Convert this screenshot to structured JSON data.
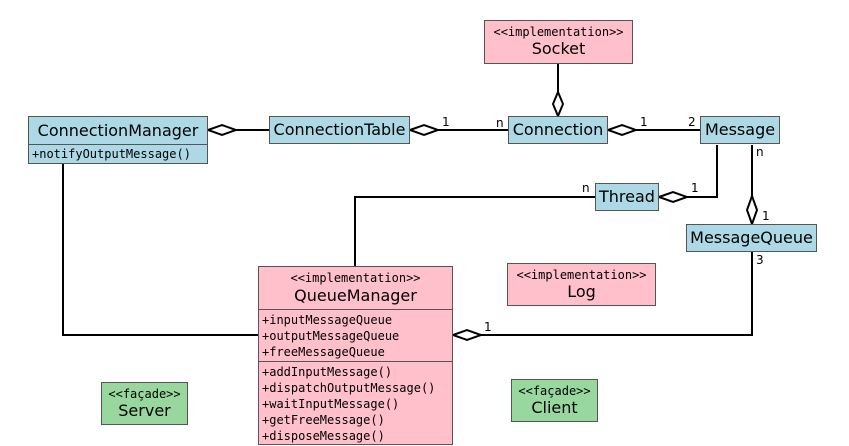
{
  "classes": {
    "socket": {
      "stereotype": "<<implementation>>",
      "name": "Socket"
    },
    "connection_manager": {
      "name": "ConnectionManager",
      "methods": [
        "+notifyOutputMessage()"
      ]
    },
    "connection_table": {
      "name": "ConnectionTable"
    },
    "connection": {
      "name": "Connection"
    },
    "message": {
      "name": "Message"
    },
    "thread": {
      "name": "Thread"
    },
    "message_queue": {
      "name": "MessageQueue"
    },
    "queue_manager": {
      "stereotype": "<<implementation>>",
      "name": "QueueManager",
      "attributes": [
        "+inputMessageQueue",
        "+outputMessageQueue",
        "+freeMessageQueue"
      ],
      "methods": [
        "+addInputMessage()",
        "+dispatchOutputMessage()",
        "+waitInputMessage()",
        "+getFreeMessage()",
        "+disposeMessage()"
      ]
    },
    "log": {
      "stereotype": "<<implementation>>",
      "name": "Log"
    },
    "server": {
      "stereotype": "<<façade>>",
      "name": "Server"
    },
    "client": {
      "stereotype": "<<façade>>",
      "name": "Client"
    }
  },
  "multiplicities": {
    "table_connection_1": "1",
    "table_connection_n": "n",
    "connection_message_1": "1",
    "connection_message_2": "2",
    "thread_n": "n",
    "thread_message_1": "1",
    "message_queue_n": "n",
    "message_queue_1": "1",
    "message_queue_3": "3",
    "queue_manager_1": "1"
  },
  "colors": {
    "class": "#add8e6",
    "implementation": "#ffc0cb",
    "facade": "#98d89e",
    "border": "#555555",
    "line": "#000000"
  }
}
